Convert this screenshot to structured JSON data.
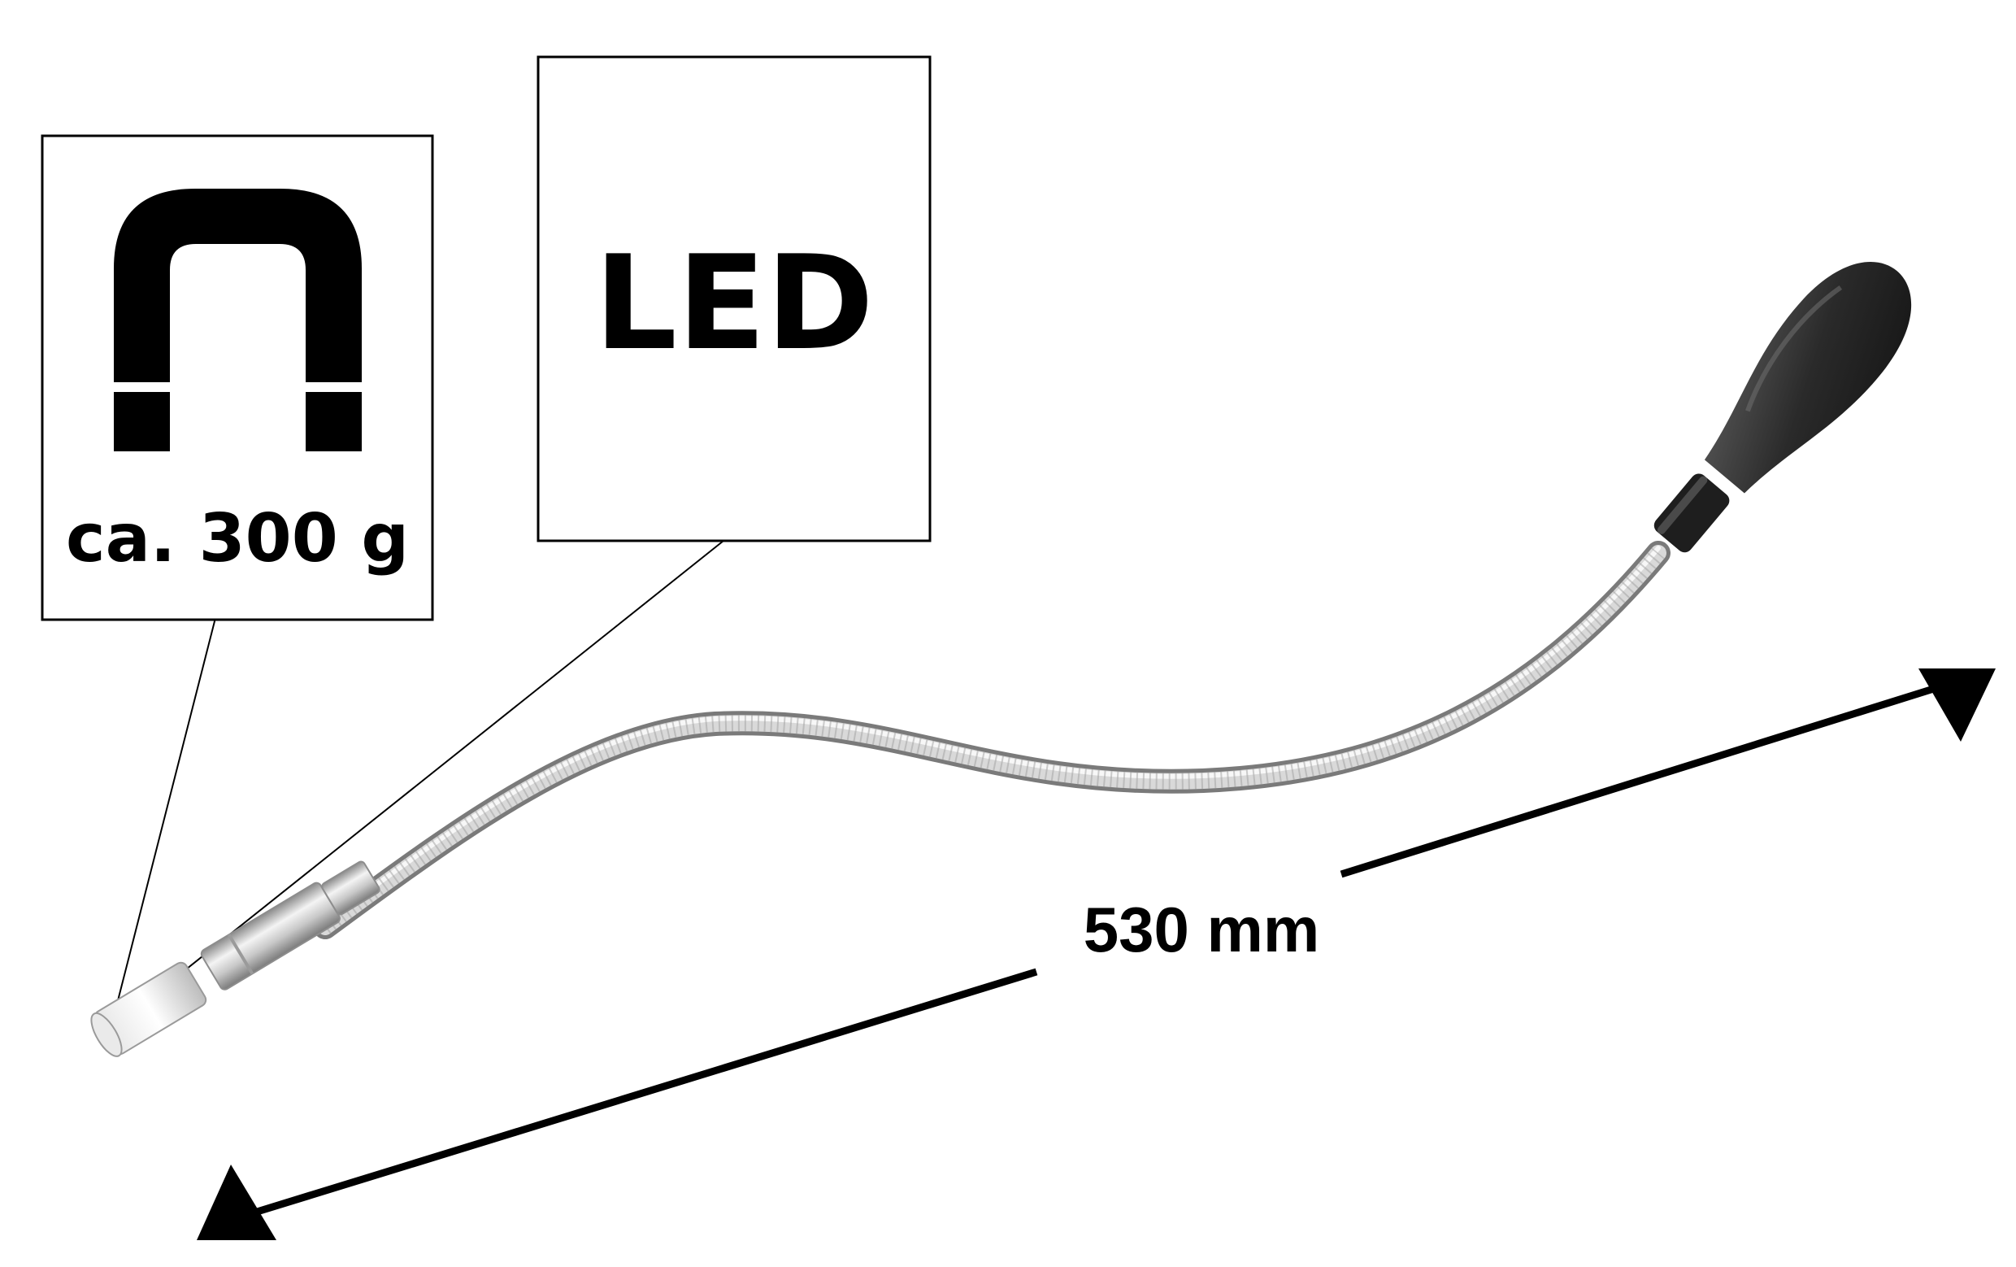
{
  "badges": {
    "magnet": {
      "icon": "horseshoe-magnet-icon",
      "label": "ca. 300 g"
    },
    "led": {
      "label": "LED"
    }
  },
  "dimension": {
    "label": "530 mm",
    "value_mm": 530
  },
  "colors": {
    "ink": "#000000",
    "shaft_light": "#f2f2f2",
    "shaft_mid": "#c8c8c8",
    "shaft_dark": "#8a8a8a",
    "handle": "#2a2a2a",
    "handle_highlight": "#5a5a5a"
  }
}
